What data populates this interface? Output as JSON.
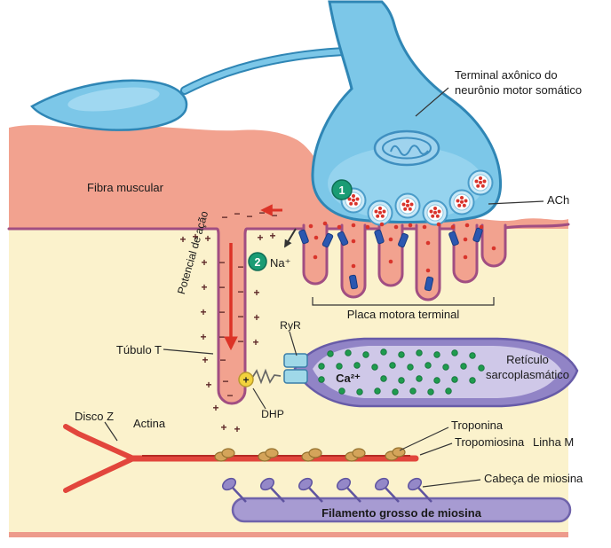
{
  "colors": {
    "extracellular_pink": "#F2A28F",
    "sarcoplasm_cream": "#FBF2CC",
    "neuron_blue": "#7CC7E8",
    "neuron_outline": "#2F86B5",
    "sr_purple": "#9184C6",
    "calcium_green": "#1F9B4E",
    "signal_red": "#DC3327",
    "membrane_rose": "#A14E82",
    "step_badge_green": "#1A9C74"
  },
  "symbols": {
    "plus": "+",
    "minus": "−"
  },
  "labels": {
    "terminal_line1": "Terminal axônico do",
    "terminal_line2": "neurônio motor somático",
    "ach": "ACh",
    "fibra_muscular": "Fibra muscular",
    "potencial": "Potencial de ação",
    "step1": "1",
    "step2": "2",
    "na": "Na⁺",
    "placa": "Placa motora terminal",
    "tubulo_t": "Túbulo T",
    "ryr": "RyR",
    "dhp": "DHP",
    "ca": "Ca²⁺",
    "reticulo_line1": "Retículo",
    "reticulo_line2": "sarcoplasmático",
    "disco_z": "Disco Z",
    "actina": "Actina",
    "troponina": "Troponina",
    "tropomiosina": "Tropomiosina",
    "linha_m": "Linha M",
    "cabeca": "Cabeça de miosina",
    "filamento": "Filamento grosso de miosina"
  }
}
